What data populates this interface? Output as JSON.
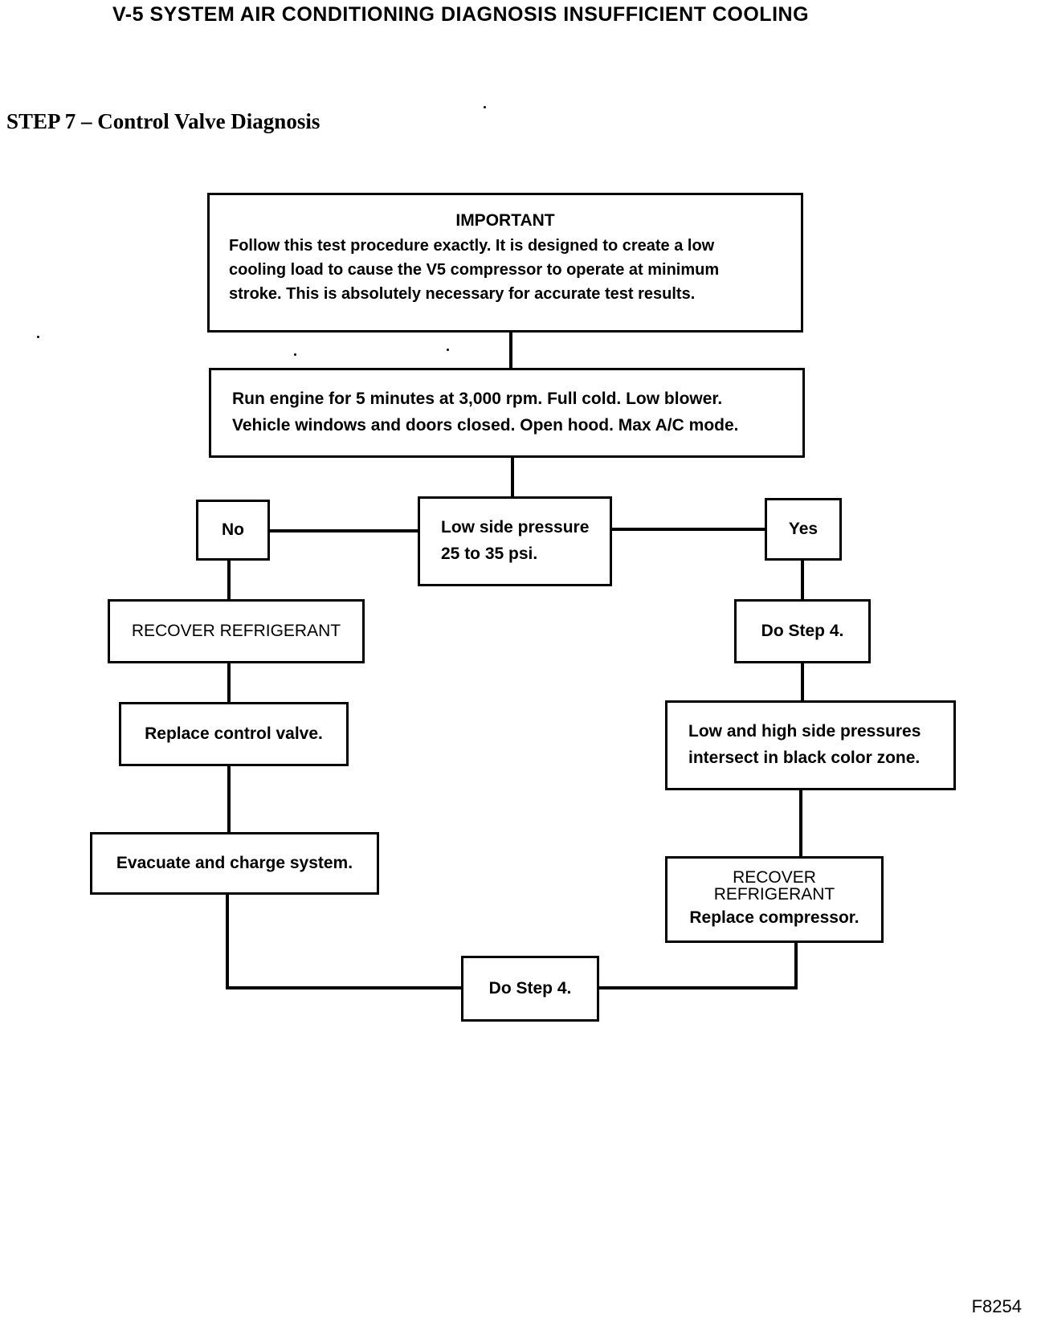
{
  "header": {
    "title": "V-5 SYSTEM AIR CONDITIONING DIAGNOSIS INSUFFICIENT COOLING",
    "step": "STEP 7 – Control Valve Diagnosis"
  },
  "flowchart": {
    "important": {
      "heading": "IMPORTANT",
      "lines": [
        "Follow this test procedure exactly. It is designed to create a low",
        "cooling load to cause the V5 compressor to operate at minimum",
        "stroke. This is absolutely necessary for accurate test results."
      ]
    },
    "run_engine": {
      "lines": [
        "Run engine for 5 minutes at 3,000 rpm. Full cold. Low blower.",
        "Vehicle windows and doors closed. Open hood. Max A/C mode."
      ]
    },
    "decision": {
      "lines": [
        "Low side pressure",
        "25 to 35 psi."
      ]
    },
    "no_label": "No",
    "yes_label": "Yes",
    "no_branch": {
      "recover": "RECOVER REFRIGERANT",
      "replace_valve": "Replace control valve.",
      "evacuate": "Evacuate and charge system."
    },
    "yes_branch": {
      "do_step": "Do Step 4.",
      "pressures": {
        "lines": [
          "Low and high side pressures",
          "intersect in black color zone."
        ]
      },
      "recover": {
        "lines": [
          "RECOVER",
          "REFRIGERANT"
        ],
        "action": "Replace compressor."
      }
    },
    "final_step": "Do Step 4."
  },
  "figure_id": "F8254"
}
